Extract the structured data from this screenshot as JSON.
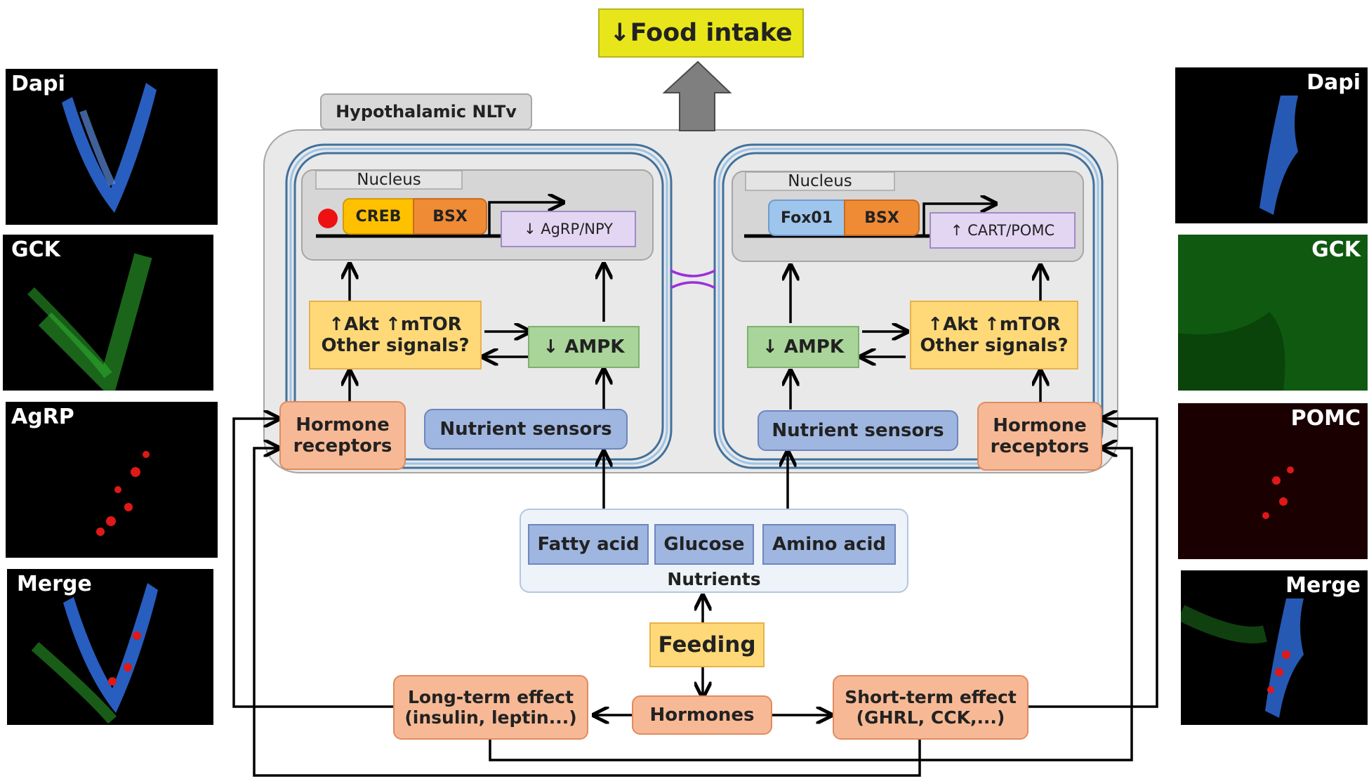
{
  "title": "Food intake",
  "region": "Hypothalamic NLTv",
  "left_cell": {
    "nucleus": "Nucleus",
    "tf1": "CREB",
    "tf2": "BSX",
    "target": "↓ AgRP/NPY",
    "akt_line1": "↑Akt  ↑mTOR",
    "akt_line2": "Other signals?",
    "ampk": "↓ AMPK",
    "hormone_line1": "Hormone",
    "hormone_line2": "receptors",
    "sensors": "Nutrient sensors"
  },
  "right_cell": {
    "nucleus": "Nucleus",
    "tf1": "Fox01",
    "tf2": "BSX",
    "target": "↑ CART/POMC",
    "akt_line1": "↑Akt  ↑mTOR",
    "akt_line2": "Other signals?",
    "ampk": "↓ AMPK",
    "hormone_line1": "Hormone",
    "hormone_line2": "receptors",
    "sensors": "Nutrient sensors"
  },
  "nutrients": {
    "label": "Nutrients",
    "items": [
      "Fatty acid",
      "Glucose",
      "Amino acid"
    ]
  },
  "feeding": "Feeding",
  "hormones": "Hormones",
  "long_term": {
    "line1": "Long-term effect",
    "line2": "(insulin, leptin...)"
  },
  "short_term": {
    "line1": "Short-term effect",
    "line2": "(GHRL, CCK,...)"
  },
  "left_panels": [
    "Dapi",
    "GCK",
    "AgRP",
    "Merge"
  ],
  "right_panels": [
    "Dapi",
    "GCK",
    "POMC",
    "Merge"
  ],
  "colors": {
    "title_bg": "#e8e61a",
    "region_bg": "#d9d9d9",
    "membrane": "#41719c",
    "dapi": "#2f6fe0",
    "gck": "#2fb82f",
    "marker": "#e01818"
  }
}
